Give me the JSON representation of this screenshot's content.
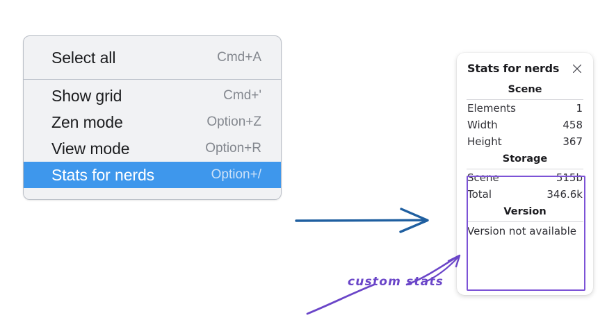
{
  "context_menu": {
    "groups": [
      {
        "items": [
          {
            "label": "Select all",
            "shortcut": "Cmd+A",
            "selected": false
          }
        ]
      },
      {
        "items": [
          {
            "label": "Show grid",
            "shortcut": "Cmd+'",
            "selected": false
          },
          {
            "label": "Zen mode",
            "shortcut": "Option+Z",
            "selected": false
          },
          {
            "label": "View mode",
            "shortcut": "Option+R",
            "selected": false
          },
          {
            "label": "Stats for nerds",
            "shortcut": "Option+/",
            "selected": true
          }
        ]
      }
    ],
    "highlight_color": "#3e97ec"
  },
  "stats_panel": {
    "title": "Stats for nerds",
    "close_icon": "close-icon",
    "sections": [
      {
        "name": "Scene",
        "rows": [
          {
            "key": "Elements",
            "value": "1"
          },
          {
            "key": "Width",
            "value": "458"
          },
          {
            "key": "Height",
            "value": "367"
          }
        ]
      },
      {
        "name": "Storage",
        "rows": [
          {
            "key": "Scene",
            "value": "515b"
          },
          {
            "key": "Total",
            "value": "346.6k"
          }
        ]
      },
      {
        "name": "Version",
        "note": "Version not available",
        "rows": []
      }
    ]
  },
  "annotations": {
    "blue_arrow": {
      "name": "flow-arrow",
      "color": "#1f5fa0"
    },
    "purple_note": {
      "text": "custom stats",
      "color": "#6a45c8"
    },
    "highlight_box": {
      "color": "#7c53d6"
    }
  }
}
